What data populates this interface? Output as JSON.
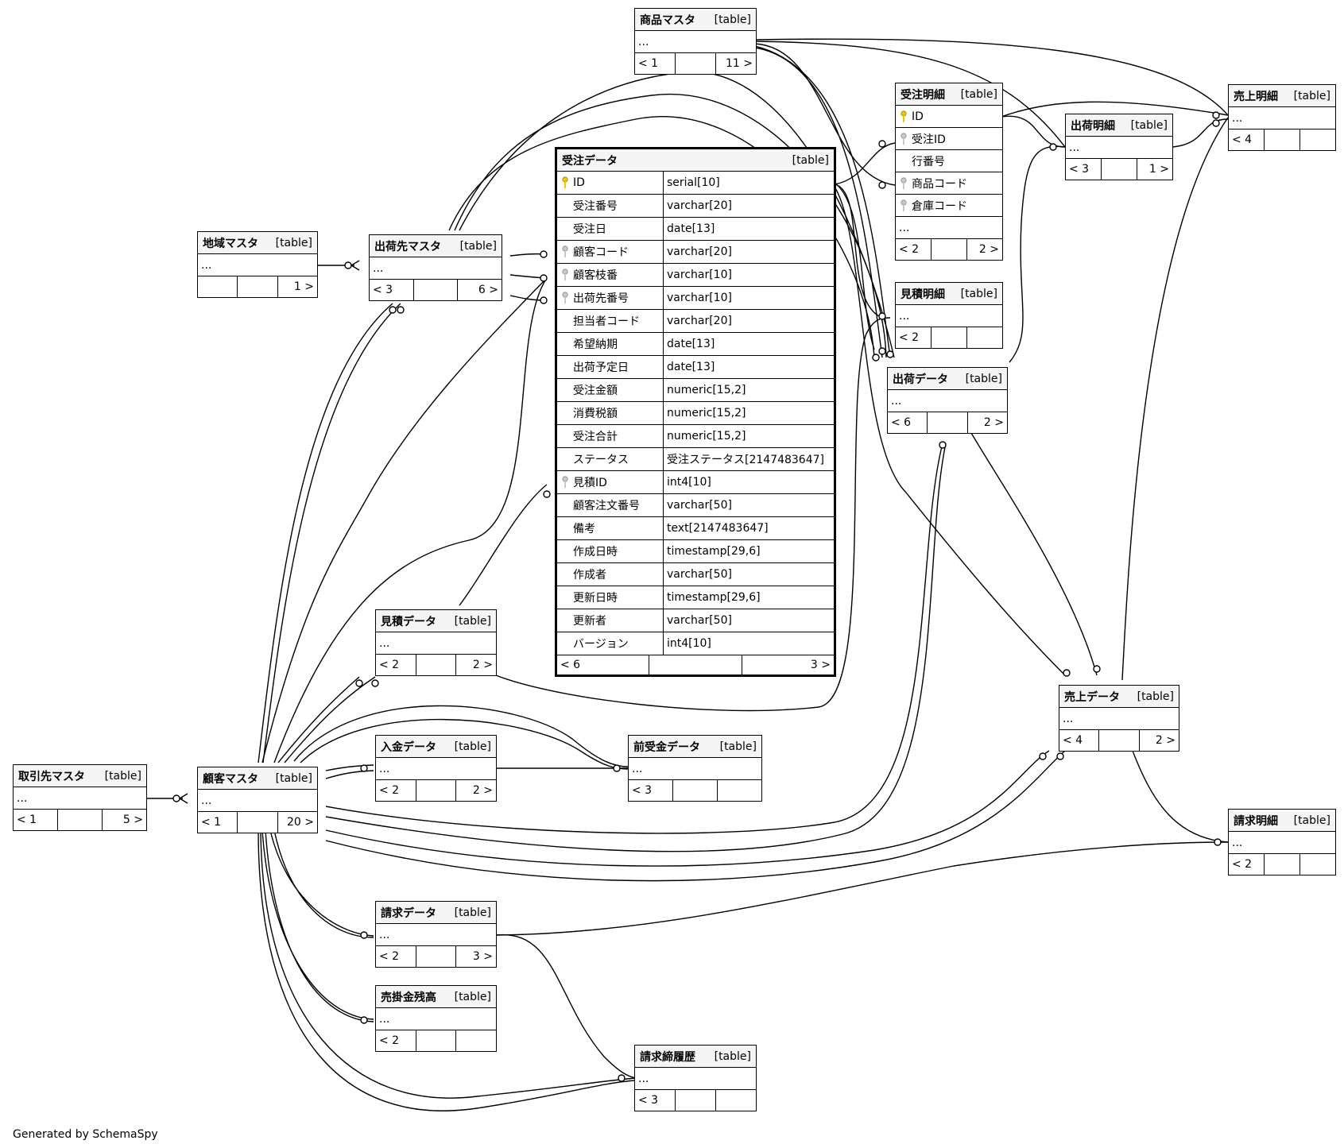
{
  "diagram": {
    "type_label": "[table]",
    "ellipsis": "...",
    "credit": "Generated by SchemaSpy",
    "focus_table": {
      "name": "受注データ",
      "columns": [
        {
          "name": "ID",
          "type": "serial[10]",
          "key": "pk"
        },
        {
          "name": "受注番号",
          "type": "varchar[20]",
          "key": ""
        },
        {
          "name": "受注日",
          "type": "date[13]",
          "key": ""
        },
        {
          "name": "顧客コード",
          "type": "varchar[20]",
          "key": "fk"
        },
        {
          "name": "顧客枝番",
          "type": "varchar[10]",
          "key": "fk"
        },
        {
          "name": "出荷先番号",
          "type": "varchar[10]",
          "key": "fk"
        },
        {
          "name": "担当者コード",
          "type": "varchar[20]",
          "key": ""
        },
        {
          "name": "希望納期",
          "type": "date[13]",
          "key": ""
        },
        {
          "name": "出荷予定日",
          "type": "date[13]",
          "key": ""
        },
        {
          "name": "受注金額",
          "type": "numeric[15,2]",
          "key": ""
        },
        {
          "name": "消費税額",
          "type": "numeric[15,2]",
          "key": ""
        },
        {
          "name": "受注合計",
          "type": "numeric[15,2]",
          "key": ""
        },
        {
          "name": "ステータス",
          "type": "受注ステータス[2147483647]",
          "key": ""
        },
        {
          "name": "見積ID",
          "type": "int4[10]",
          "key": "fk"
        },
        {
          "name": "顧客注文番号",
          "type": "varchar[50]",
          "key": ""
        },
        {
          "name": "備考",
          "type": "text[2147483647]",
          "key": ""
        },
        {
          "name": "作成日時",
          "type": "timestamp[29,6]",
          "key": ""
        },
        {
          "name": "作成者",
          "type": "varchar[50]",
          "key": ""
        },
        {
          "name": "更新日時",
          "type": "timestamp[29,6]",
          "key": ""
        },
        {
          "name": "更新者",
          "type": "varchar[50]",
          "key": ""
        },
        {
          "name": "バージョン",
          "type": "int4[10]",
          "key": ""
        }
      ],
      "footer": [
        "< 6",
        "",
        "3 >"
      ]
    },
    "detail_table": {
      "name": "受注明細",
      "columns": [
        {
          "name": "ID",
          "key": "pk"
        },
        {
          "name": "受注ID",
          "key": "fk"
        },
        {
          "name": "行番号",
          "key": ""
        },
        {
          "name": "商品コード",
          "key": "fk"
        },
        {
          "name": "倉庫コード",
          "key": "fk"
        }
      ],
      "footer": [
        "< 2",
        "",
        "2 >"
      ]
    },
    "tables": [
      {
        "name": "商品マスタ",
        "footer": [
          "< 1",
          "",
          "11 >"
        ]
      },
      {
        "name": "売上明細",
        "footer": [
          "< 4",
          "",
          ""
        ]
      },
      {
        "name": "出荷明細",
        "footer": [
          "< 3",
          "",
          "1 >"
        ]
      },
      {
        "name": "地域マスタ",
        "footer": [
          "",
          "",
          "1 >"
        ]
      },
      {
        "name": "出荷先マスタ",
        "footer": [
          "< 3",
          "",
          "6 >"
        ]
      },
      {
        "name": "見積明細",
        "footer": [
          "< 2",
          "",
          ""
        ]
      },
      {
        "name": "出荷データ",
        "footer": [
          "< 6",
          "",
          "2 >"
        ]
      },
      {
        "name": "見積データ",
        "footer": [
          "< 2",
          "",
          "2 >"
        ]
      },
      {
        "name": "売上データ",
        "footer": [
          "< 4",
          "",
          "2 >"
        ]
      },
      {
        "name": "取引先マスタ",
        "footer": [
          "< 1",
          "",
          "5 >"
        ]
      },
      {
        "name": "顧客マスタ",
        "footer": [
          "< 1",
          "",
          "20 >"
        ]
      },
      {
        "name": "入金データ",
        "footer": [
          "< 2",
          "",
          "2 >"
        ]
      },
      {
        "name": "前受金データ",
        "footer": [
          "< 3",
          "",
          ""
        ]
      },
      {
        "name": "請求明細",
        "footer": [
          "< 2",
          "",
          ""
        ]
      },
      {
        "name": "請求データ",
        "footer": [
          "< 2",
          "",
          "3 >"
        ]
      },
      {
        "name": "売掛金残高",
        "footer": [
          "< 2",
          "",
          ""
        ]
      },
      {
        "name": "請求締履歴",
        "footer": [
          "< 3",
          "",
          ""
        ]
      }
    ]
  }
}
